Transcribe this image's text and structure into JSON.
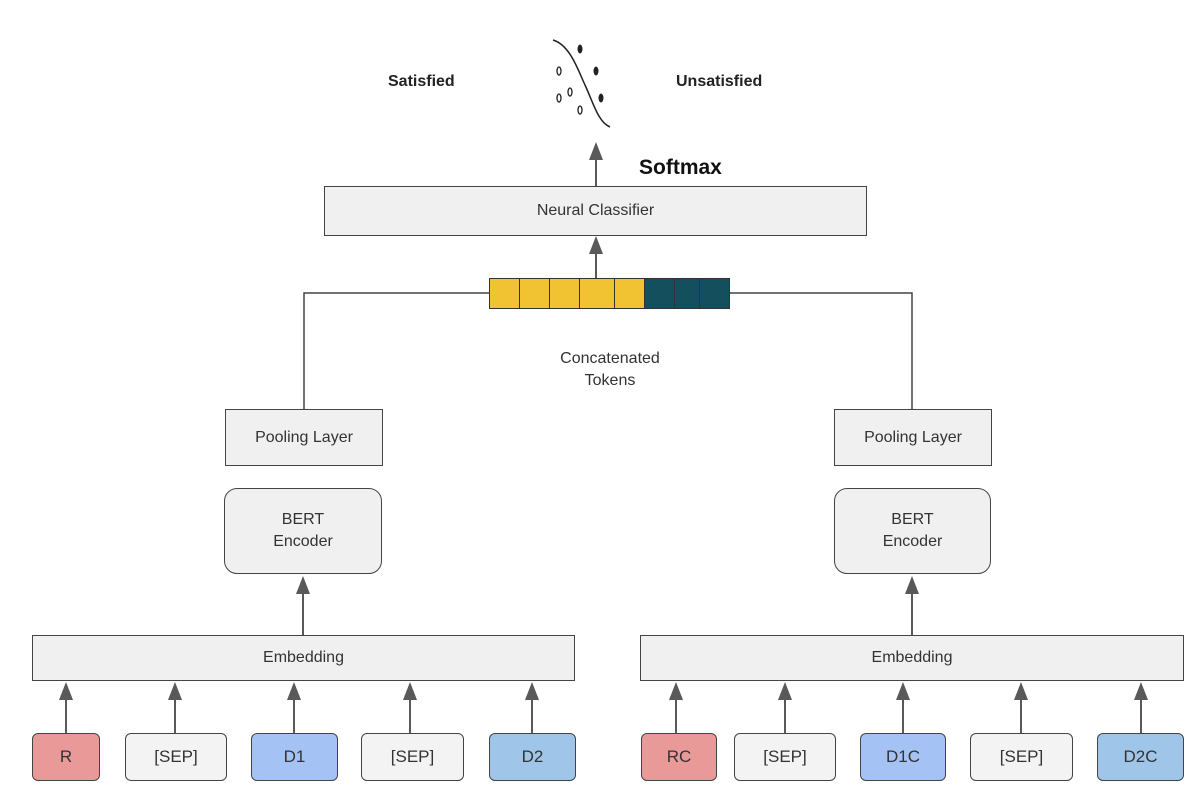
{
  "labels": {
    "satisfied": "Satisfied",
    "unsatisfied": "Unsatisfied",
    "softmax": "Softmax",
    "classifier": "Neural Classifier",
    "concat_line1": "Concatenated",
    "concat_line2": "Tokens"
  },
  "left_branch": {
    "pooling": "Pooling Layer",
    "encoder_line1": "BERT",
    "encoder_line2": "Encoder",
    "embedding": "Embedding",
    "tokens": [
      "R",
      "[SEP]",
      "D1",
      "[SEP]",
      "D2"
    ]
  },
  "right_branch": {
    "pooling": "Pooling Layer",
    "encoder_line1": "BERT",
    "encoder_line2": "Encoder",
    "embedding": "Embedding",
    "tokens": [
      "RC",
      "[SEP]",
      "D1C",
      "[SEP]",
      "D2C"
    ]
  },
  "concat_vector": {
    "segments": [
      {
        "color": "#f1c232",
        "count": 5
      },
      {
        "color": "#134f5c",
        "count": 3
      }
    ]
  },
  "colors": {
    "token_red": "#ea9999",
    "token_grey": "#f3f3f3",
    "token_blue": "#a4c2f4",
    "token_light_blue": "#9fc5e8",
    "box_fill": "#f0f0f0",
    "arrow": "#595959"
  }
}
